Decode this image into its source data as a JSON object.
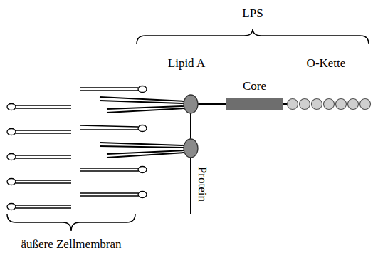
{
  "diagram": {
    "nodes": [
      {
        "text": [
          "Core"
        ]
      }
    ],
    "labels": [
      "LPS",
      "Lipid A",
      "O-Kette",
      "Protein",
      "äußere Zellmembran"
    ]
  }
}
